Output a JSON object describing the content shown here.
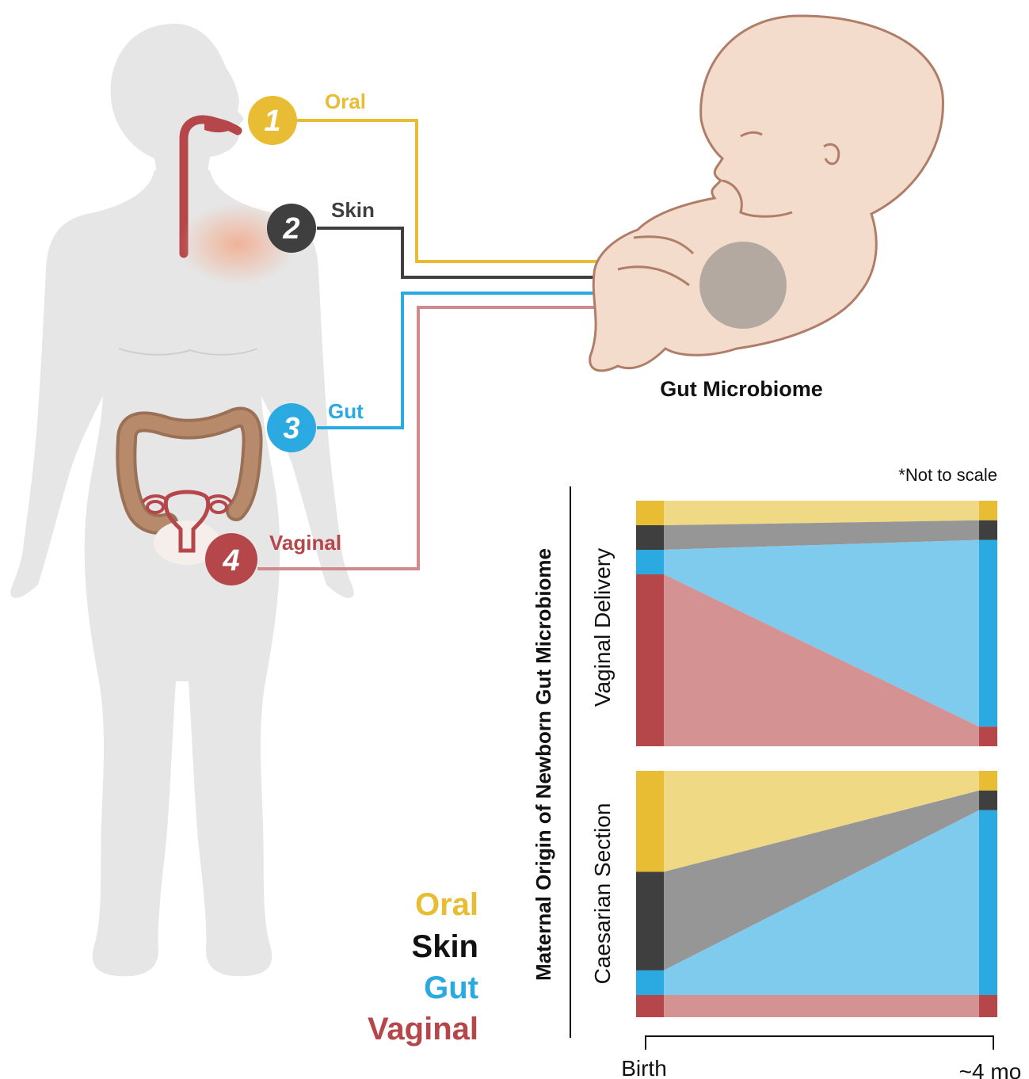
{
  "sources": [
    {
      "number": "1",
      "label": "Oral",
      "color": "#E8BC33"
    },
    {
      "number": "2",
      "label": "Skin",
      "color": "#3F3F3F"
    },
    {
      "number": "3",
      "label": "Gut",
      "color": "#2BA9E1"
    },
    {
      "number": "4",
      "label": "Vaginal",
      "color": "#B5464A"
    }
  ],
  "target_label": "Gut Microbiome",
  "legend": {
    "items": [
      {
        "label": "Oral",
        "color": "#E8BC33"
      },
      {
        "label": "Skin",
        "color": "#111111"
      },
      {
        "label": "Gut",
        "color": "#2BA9E1"
      },
      {
        "label": "Vaginal",
        "color": "#B5464A"
      }
    ]
  },
  "chart": {
    "note": "*Not to scale",
    "ylabel": "Maternal Origin of Newborn Gut Microbiome",
    "xlabels": [
      "Birth",
      "~4 mo"
    ],
    "panels": [
      {
        "label": "Vaginal Delivery",
        "birth": [
          0.1,
          0.1,
          0.1,
          0.7
        ],
        "four_mo": [
          0.08,
          0.08,
          0.76,
          0.08
        ]
      },
      {
        "label": "Caesarian Section",
        "birth": [
          0.41,
          0.4,
          0.1,
          0.09
        ],
        "four_mo": [
          0.08,
          0.08,
          0.75,
          0.09
        ]
      }
    ],
    "light_colors": [
      "#EFD985",
      "#969696",
      "#7ECBED",
      "#D49293"
    ]
  }
}
